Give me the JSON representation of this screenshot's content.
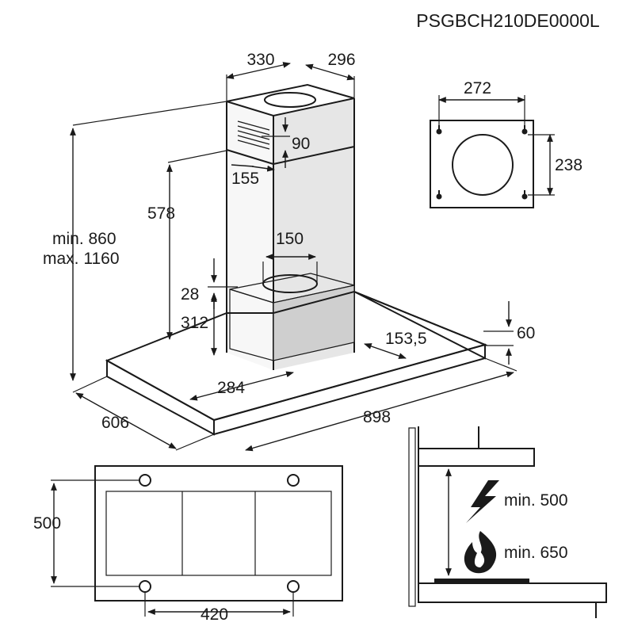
{
  "model": "PSGBCH210DE0000L",
  "dimensions": {
    "chimney_width": "330",
    "chimney_depth": "296",
    "vent_offset": "90",
    "vent_side": "155",
    "height_578": "578",
    "height_range_min": "min. 860",
    "height_range_max": "max. 1160",
    "outlet_dia": "150",
    "gap_28": "28",
    "box_312": "312",
    "canopy_60": "60",
    "offset_153": "153,5",
    "depth_284": "284",
    "depth_606": "606",
    "width_898": "898",
    "bracket_272": "272",
    "bracket_238": "238",
    "fixing_500": "500",
    "fixing_420": "420"
  },
  "clearance": {
    "electric_label": "min. 500",
    "gas_label": "min. 650",
    "electric_icon": "lightning-icon",
    "gas_icon": "flame-icon"
  }
}
